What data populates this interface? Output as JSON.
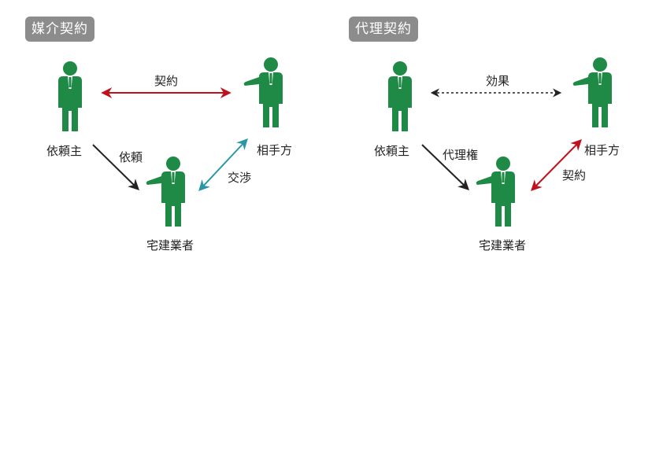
{
  "panels": [
    {
      "title": "媒介契約",
      "nodes": {
        "client": "依頼主",
        "counterparty": "相手方",
        "broker": "宅建業者"
      },
      "edges": {
        "top": "契約",
        "client_broker": "依頼",
        "broker_counterparty": "交渉"
      }
    },
    {
      "title": "代理契約",
      "nodes": {
        "client": "依頼主",
        "counterparty": "相手方",
        "broker": "宅建業者"
      },
      "edges": {
        "top": "効果",
        "client_broker": "代理権",
        "broker_counterparty": "契約"
      }
    }
  ],
  "colors": {
    "figure": "#1e8a45",
    "tie": "#ffffff",
    "badge_bg": "#8c8c8c",
    "arrow_red": "#c0121e",
    "arrow_black": "#222222",
    "arrow_teal": "#2a97a8"
  },
  "icons": [
    "person-icon"
  ]
}
